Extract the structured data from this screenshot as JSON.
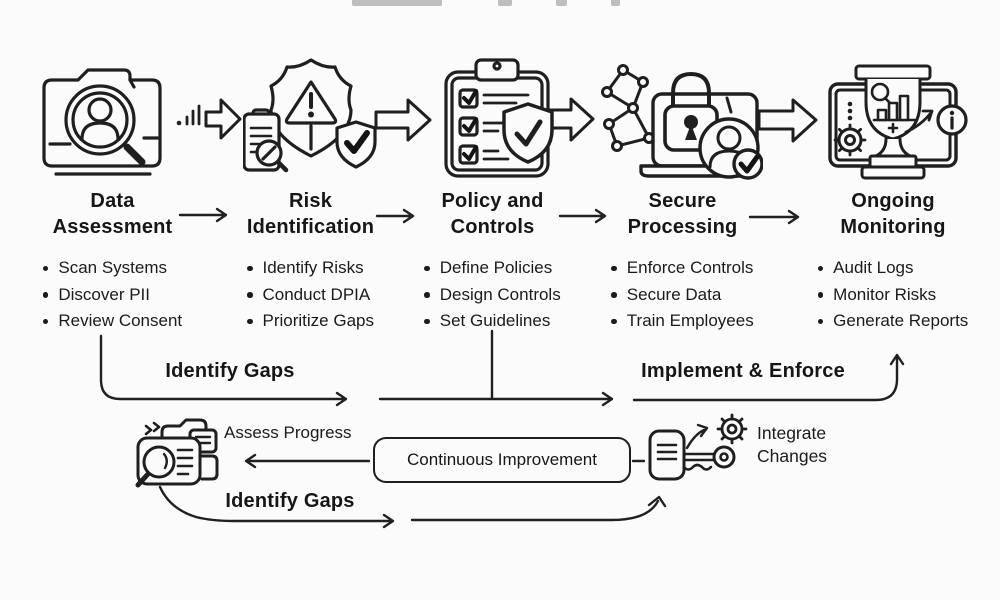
{
  "background": "#fbfbfb",
  "ink": "#1f1f1f",
  "stages": [
    {
      "id": "data-assessment",
      "icon": "folder-search-icon",
      "title_lines": [
        "Data",
        "Assessment"
      ],
      "bullets": [
        "Scan Systems",
        "Discover PII",
        "Review Consent"
      ]
    },
    {
      "id": "risk-identification",
      "icon": "shield-alert-icon",
      "title_lines": [
        "Risk",
        "Identification"
      ],
      "bullets": [
        "Identify Risks",
        "Conduct DPIA",
        "Prioritize Gaps"
      ]
    },
    {
      "id": "policy-controls",
      "icon": "clipboard-checklist-icon",
      "title_lines": [
        "Policy and",
        "Controls"
      ],
      "bullets": [
        "Define Policies",
        "Design Controls",
        "Set Guidelines"
      ]
    },
    {
      "id": "secure-processing",
      "icon": "lock-laptop-icon",
      "title_lines": [
        "Secure",
        "Processing"
      ],
      "bullets": [
        "Enforce Controls",
        "Secure Data",
        "Train Employees"
      ]
    },
    {
      "id": "ongoing-monitoring",
      "icon": "monitor-trophy-icon",
      "title_lines": [
        "Ongoing",
        "Monitoring"
      ],
      "bullets": [
        "Audit Logs",
        "Monitor Risks",
        "Generate Reports"
      ]
    }
  ],
  "feedback_loop": {
    "identify_gaps_top": "Identify Gaps",
    "implement_enforce": "Implement & Enforce",
    "assess_progress": "Assess Progress",
    "continuous_improvement": "Continuous Improvement",
    "integrate_changes_line1": "Integrate",
    "integrate_changes_line2": "Changes",
    "identify_gaps_bottom": "Identify Gaps"
  }
}
